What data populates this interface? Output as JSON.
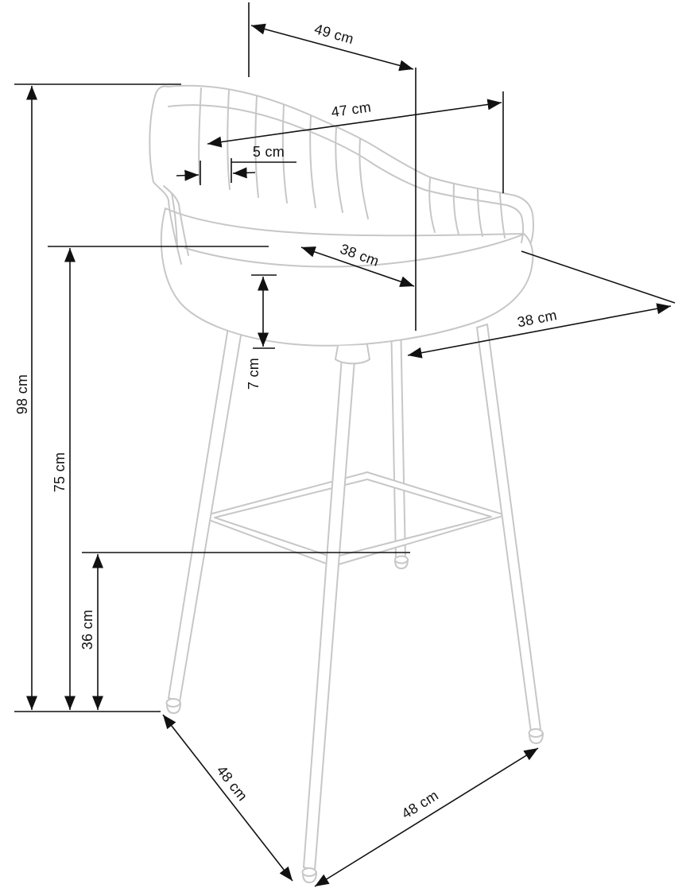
{
  "diagram": {
    "subject": "Bar stool with armrests - dimension drawing",
    "units": "cm",
    "colors": {
      "dimension_lines": "#111111",
      "chair_outline": "#c7c7c7",
      "background": "#ffffff"
    },
    "dimensions": {
      "total_height": "98 cm",
      "seat_height": "75 cm",
      "footrest_height": "36 cm",
      "cushion_thickness": "7 cm",
      "seat_top_depth": "49 cm",
      "armrest_span": "47 cm",
      "armrest_thickness": "5 cm",
      "seat_depth": "38 cm",
      "seat_width": "38 cm",
      "base_depth": "48 cm",
      "base_width": "48 cm"
    }
  }
}
